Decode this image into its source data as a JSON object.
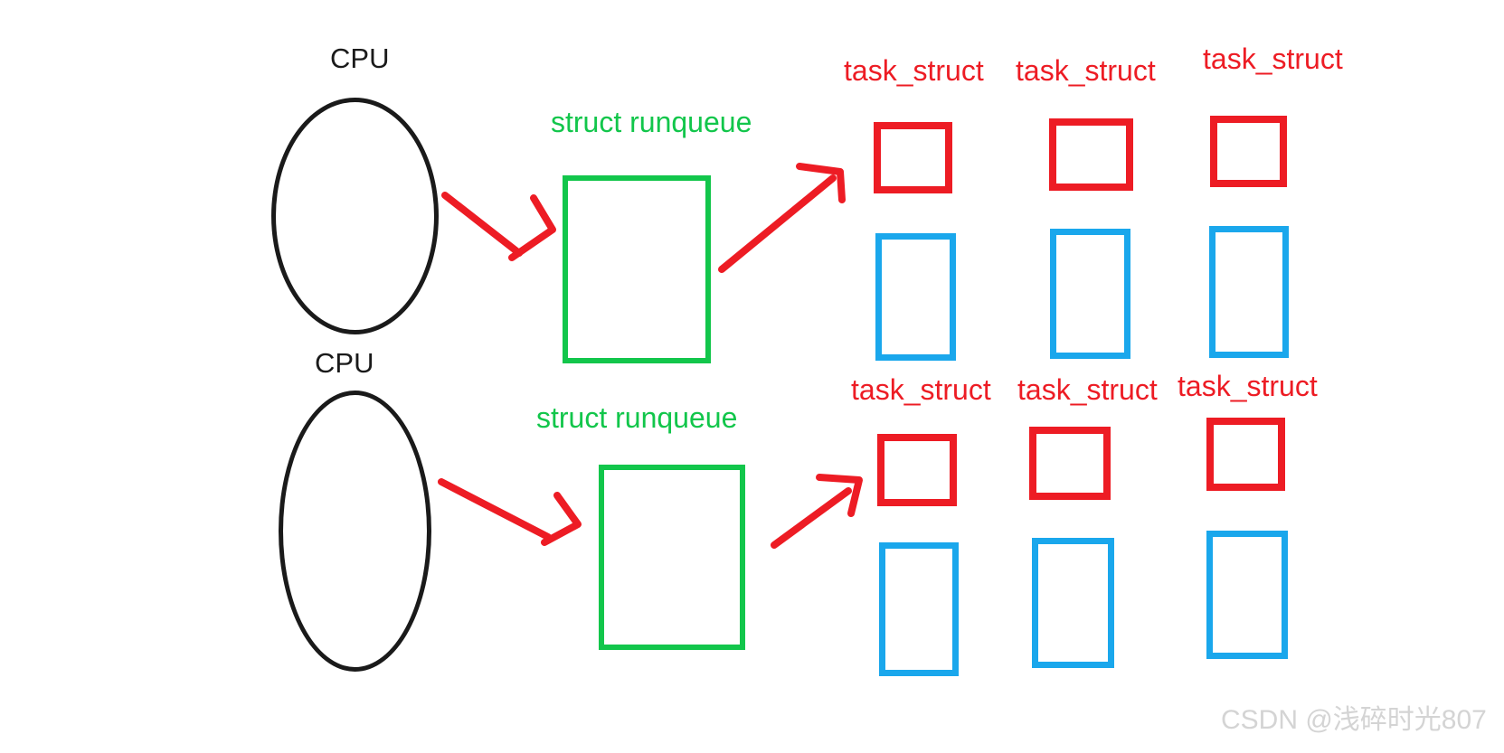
{
  "diagram": {
    "title_context": "Linux per-CPU runqueue scheduling diagram",
    "groups": [
      {
        "cpu_label": "CPU",
        "runqueue_label": "struct runqueue",
        "tasks": [
          "task_struct",
          "task_struct",
          "task_struct"
        ]
      },
      {
        "cpu_label": "CPU",
        "runqueue_label": "struct runqueue",
        "tasks": [
          "task_struct",
          "task_struct",
          "task_struct"
        ]
      }
    ],
    "watermark": "CSDN @浅碎时光807",
    "colors": {
      "background": "#ffffff",
      "cpu": "#1a1a1a",
      "runqueue": "#12c64b",
      "task": "#ed1c24",
      "thread": "#1aa7ec",
      "arrow": "#ed1c24",
      "watermark": "#d4d4d4"
    }
  }
}
